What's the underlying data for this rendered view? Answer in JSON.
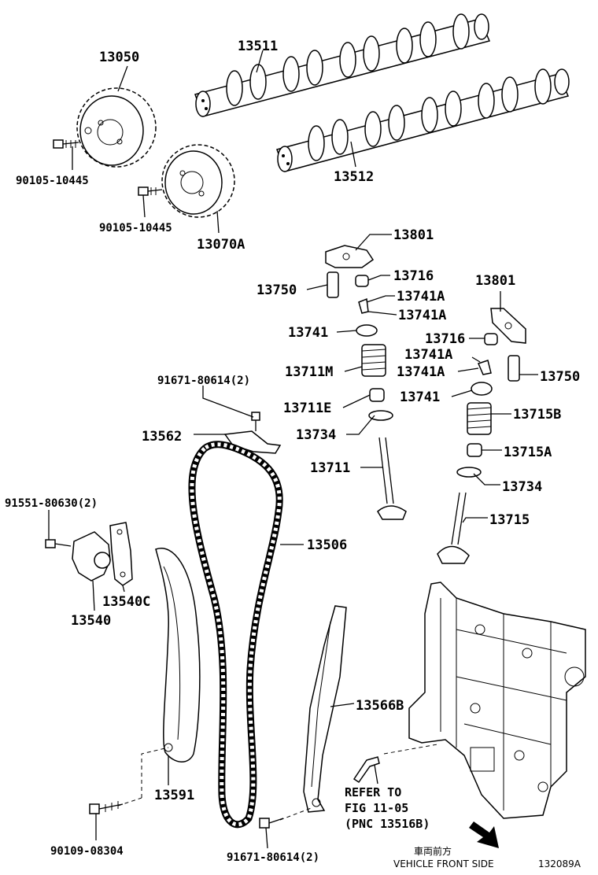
{
  "diagram": {
    "callouts": {
      "sprocket_exhaust": "13050",
      "camshaft_1": "13511",
      "camshaft_2": "13512",
      "bolt_1": "90105-10445",
      "bolt_2": "90105-10445",
      "sprocket_intake": "13070A",
      "rocker_arm_1": "13801",
      "cap_1": "13716",
      "lash_adjuster_1": "13750",
      "keeper_1a": "13741A",
      "keeper_1b": "13741A",
      "retainer_1": "13741",
      "spring_1": "13711M",
      "seal_1": "13711E",
      "seat_1": "13734",
      "valve_1": "13711",
      "rocker_arm_2": "13801",
      "cap_2": "13716",
      "keeper_2a": "13741A",
      "keeper_2b": "13741A",
      "lash_adjuster_2": "13750",
      "retainer_2": "13741",
      "spring_2": "13715B",
      "seal_2": "13715A",
      "seat_2": "13734",
      "valve_2": "13715",
      "bolt_guide": "91671-80614(2)",
      "chain_guide_top": "13562",
      "bolt_tensioner": "91551-80630(2)",
      "chain": "13506",
      "gasket": "13540C",
      "tensioner": "13540",
      "slipper": "13591",
      "damper": "13566B",
      "bolt_slipper": "90109-08304",
      "bolt_damper": "91671-80614(2)"
    },
    "reference": {
      "line1": "REFER TO",
      "line2": "FIG 11-05",
      "line3": "(PNC 13516B)"
    },
    "footer": {
      "direction_jp": "車両前方",
      "direction_en": "VEHICLE FRONT SIDE",
      "figure_code": "132089A"
    },
    "colors": {
      "ink": "#000000",
      "paper": "#ffffff"
    }
  }
}
